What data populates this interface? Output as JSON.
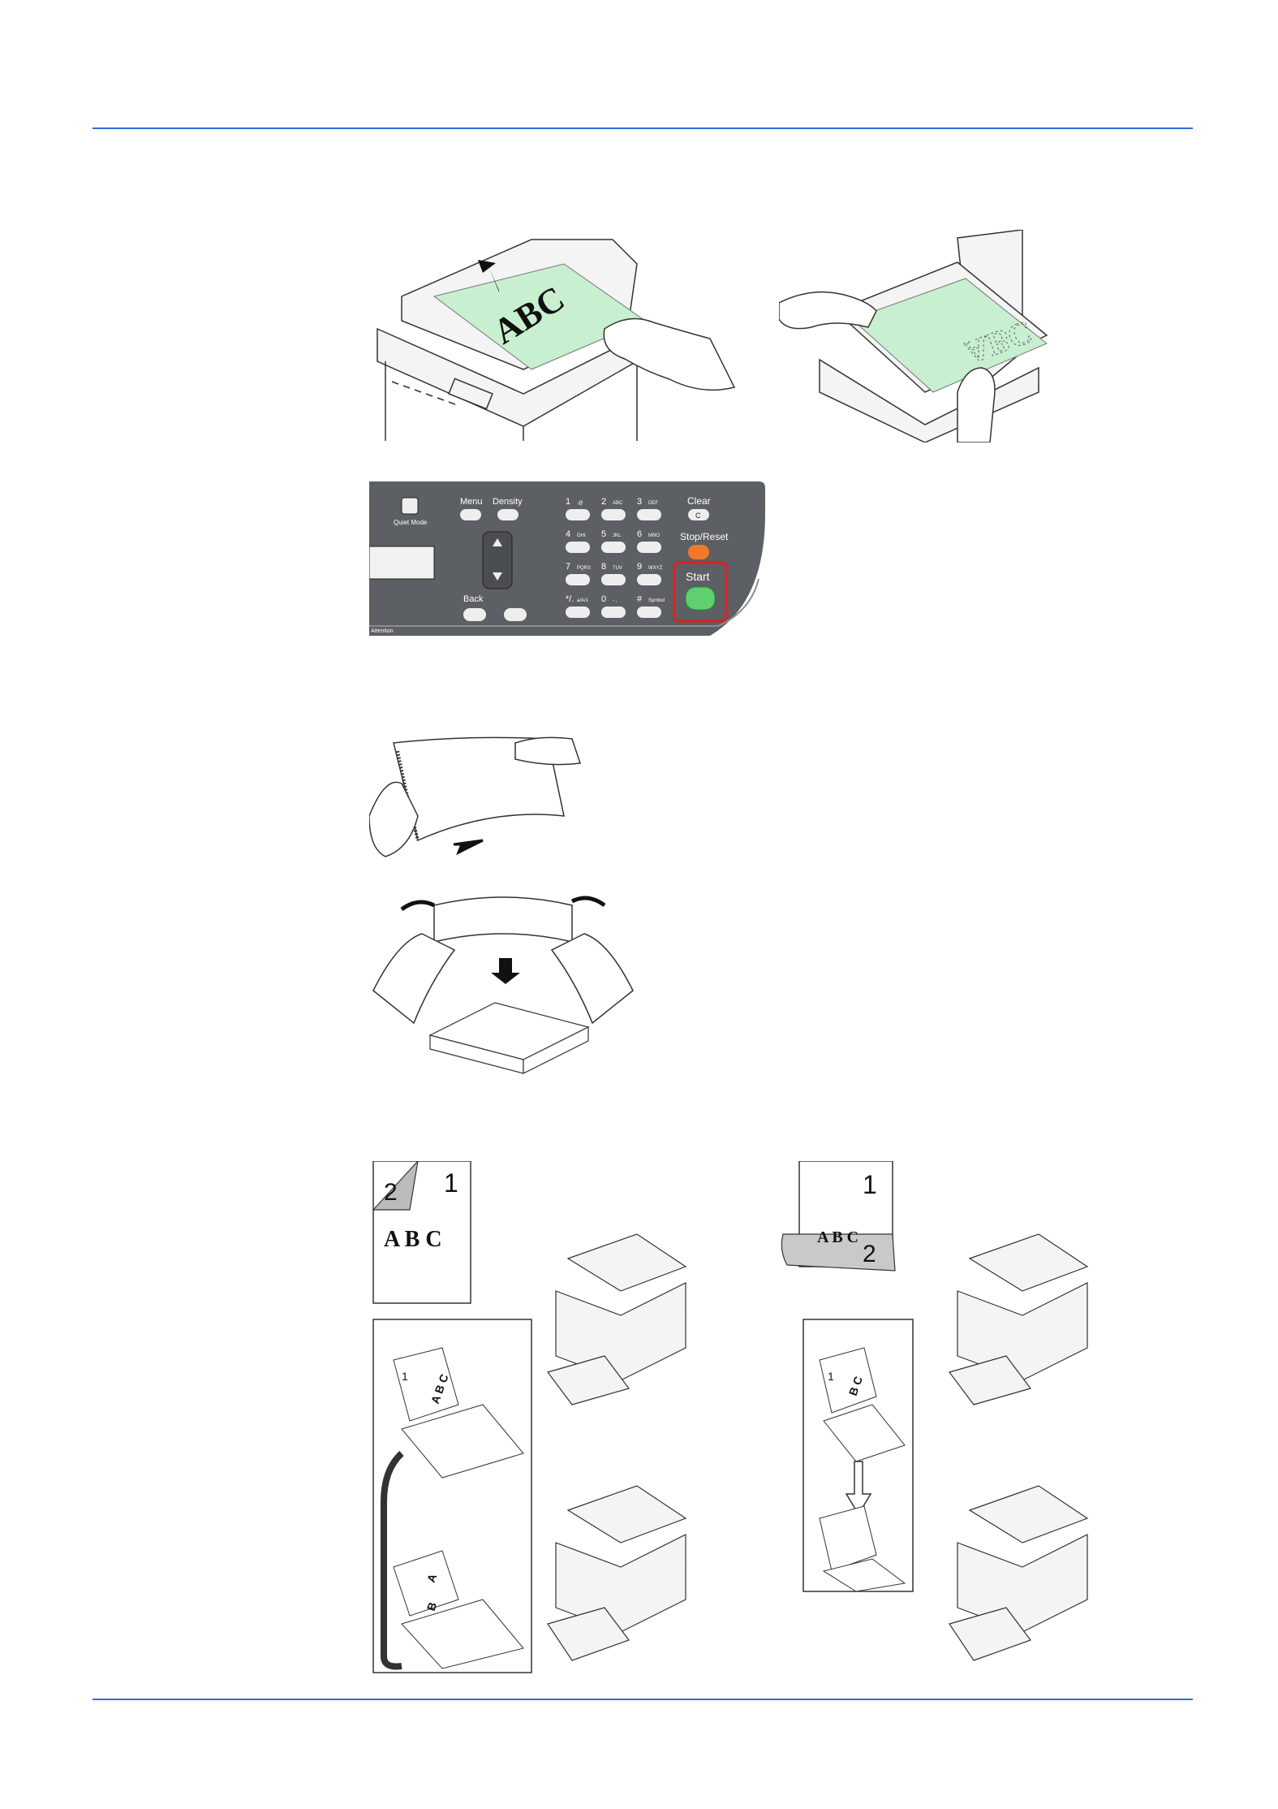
{
  "colors": {
    "rule": "#2f6fd6",
    "paper_green": "#c8efcf",
    "panel_grey": "#5c5f63",
    "start_green": "#5fcf6f",
    "stop_orange": "#f07a2a",
    "highlight_red": "#e0201e"
  },
  "adf_figure": {
    "sheet_text": "ABC"
  },
  "platen_figure": {
    "sheet_text": "ABC"
  },
  "panel": {
    "quiet_mode": "Quiet Mode",
    "menu": "Menu",
    "density": "Density",
    "back": "Back",
    "attention": "Attention",
    "clear": "Clear",
    "clear_key": "C",
    "stop_reset": "Stop/Reset",
    "start": "Start",
    "keys": [
      {
        "n": "1",
        "s": ".@"
      },
      {
        "n": "2",
        "s": "ABC"
      },
      {
        "n": "3",
        "s": "DEF"
      },
      {
        "n": "4",
        "s": "GHI"
      },
      {
        "n": "5",
        "s": "JKL"
      },
      {
        "n": "6",
        "s": "MNO"
      },
      {
        "n": "7",
        "s": "PQRS"
      },
      {
        "n": "8",
        "s": "TUV"
      },
      {
        "n": "9",
        "s": "WXYZ"
      },
      {
        "n": "*/.",
        "s": "a/A/1"
      },
      {
        "n": "0",
        "s": "- ,"
      },
      {
        "n": "#",
        "s": "Symbol"
      }
    ]
  },
  "duplex_left": {
    "page1": "1",
    "page2": "2",
    "sheet_text": "A B C",
    "small_1": "1",
    "small_abc": "A B C",
    "small_a": "A",
    "small_b": "B"
  },
  "duplex_right": {
    "page1": "1",
    "page2": "2",
    "sheet_text": "A B C",
    "small_1": "1",
    "small_bc": "B C"
  }
}
